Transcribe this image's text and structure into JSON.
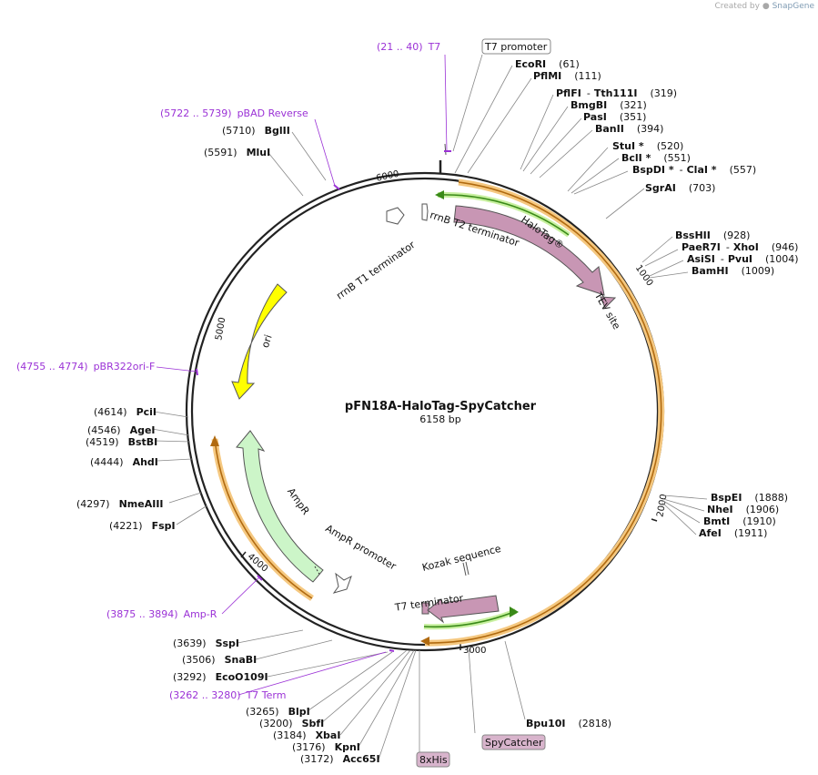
{
  "credit": {
    "prefix": "Created by",
    "brand": "SnapGene"
  },
  "plasmid": {
    "name": "pFN18A-HaloTag-SpyCatcher",
    "length": "6158 bp"
  },
  "ticks": [
    "1000",
    "2000",
    "3000",
    "4000",
    "5000",
    "6000"
  ],
  "features": {
    "halotag": "HaloTag®",
    "tev": "TEV site",
    "rrnb_t1": "rrnB T1 terminator",
    "rrnb_t2": "rrnB T2 terminator",
    "ori": "ori",
    "ampr": "AmpR",
    "ampr_promoter": "AmpR promoter",
    "t7_terminator": "T7 terminator",
    "kozak": "Kozak sequence",
    "t7_promoter": "T7 promoter",
    "spycatcher": "SpyCatcher",
    "his": "8xHis"
  },
  "sites": [
    {
      "name": "EcoRI",
      "pos": "(61)"
    },
    {
      "name": "PflMI",
      "pos": "(111)"
    },
    {
      "name": "PflFI",
      "alt": "Tth111I",
      "pos": "(319)"
    },
    {
      "name": "BmgBI",
      "pos": "(321)"
    },
    {
      "name": "PasI",
      "pos": "(351)"
    },
    {
      "name": "BanII",
      "pos": "(394)"
    },
    {
      "name": "StuI *",
      "pos": "(520)"
    },
    {
      "name": "BclI *",
      "pos": "(551)"
    },
    {
      "name": "BspDI *",
      "alt": "ClaI *",
      "pos": "(557)"
    },
    {
      "name": "SgrAI",
      "pos": "(703)"
    },
    {
      "name": "BssHII",
      "pos": "(928)"
    },
    {
      "name": "PaeR7I",
      "alt": "XhoI",
      "pos": "(946)"
    },
    {
      "name": "AsiSI",
      "alt": "PvuI",
      "pos": "(1004)"
    },
    {
      "name": "BamHI",
      "pos": "(1009)"
    },
    {
      "name": "BspEI",
      "pos": "(1888)"
    },
    {
      "name": "NheI",
      "pos": "(1906)"
    },
    {
      "name": "BmtI",
      "pos": "(1910)"
    },
    {
      "name": "AfeI",
      "pos": "(1911)"
    },
    {
      "name": "Bpu10I",
      "pos": "(2818)"
    },
    {
      "name": "Acc65I",
      "pos": "(3172)"
    },
    {
      "name": "KpnI",
      "pos": "(3176)"
    },
    {
      "name": "XbaI",
      "pos": "(3184)"
    },
    {
      "name": "SbfI",
      "pos": "(3200)"
    },
    {
      "name": "BlpI",
      "pos": "(3265)"
    },
    {
      "name": "EcoO109I",
      "pos": "(3292)"
    },
    {
      "name": "SnaBI",
      "pos": "(3506)"
    },
    {
      "name": "SspI",
      "pos": "(3639)"
    },
    {
      "name": "FspI",
      "pos": "(4221)"
    },
    {
      "name": "NmeAIII",
      "pos": "(4297)"
    },
    {
      "name": "AhdI",
      "pos": "(4444)"
    },
    {
      "name": "BstBI",
      "pos": "(4519)"
    },
    {
      "name": "AgeI",
      "pos": "(4546)"
    },
    {
      "name": "PciI",
      "pos": "(4614)"
    },
    {
      "name": "MluI",
      "pos": "(5591)"
    },
    {
      "name": "BglII",
      "pos": "(5710)"
    }
  ],
  "primers": [
    {
      "range": "(21 .. 40)",
      "name": "T7"
    },
    {
      "range": "(5722 .. 5739)",
      "name": "pBAD Reverse"
    },
    {
      "range": "(4755 .. 4774)",
      "name": "pBR322ori-F"
    },
    {
      "range": "(3875 .. 3894)",
      "name": "Amp-R"
    },
    {
      "range": "(3262 .. 3280)",
      "name": "T7 Term"
    }
  ],
  "colors": {
    "backbone": "#222222",
    "halotag": "#c896b4",
    "ori": "#ffff00",
    "ampr": "#ccf5c8",
    "orf_outer": "#f5c880",
    "orf_inner": "#f0b050",
    "orf_green": "#4a9a20",
    "primer": "#9b32d6",
    "promoter": "#ffffff"
  }
}
